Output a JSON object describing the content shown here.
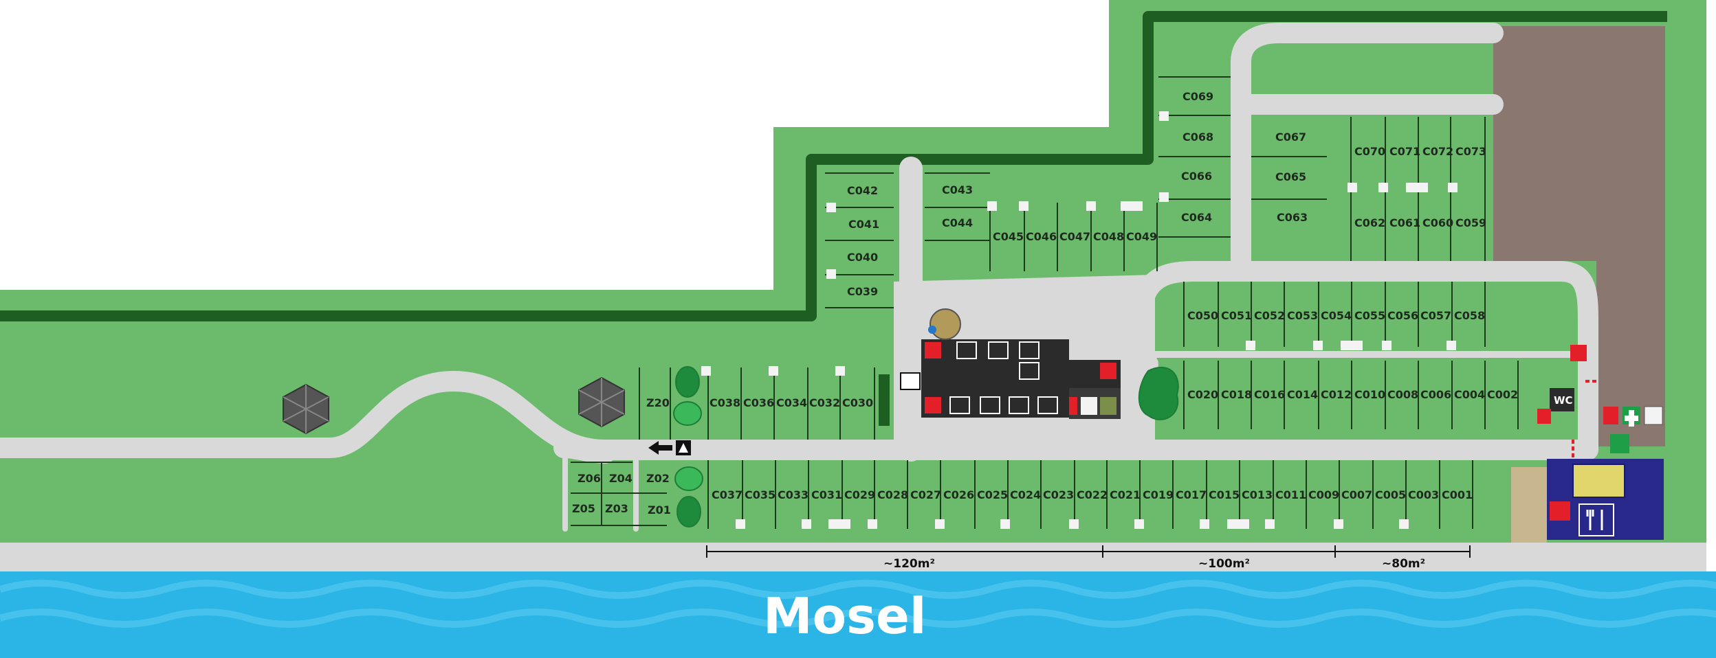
{
  "river": {
    "label": "Mosel"
  },
  "colors": {
    "grass": "#6cbb6d",
    "plot": "#77c279",
    "hedge": "#1f5e22",
    "road": "#d9d9d9",
    "reserved": "#8a7770",
    "water": "#2bb5e6",
    "service": "#2b2b2b",
    "restaurant": "#27288a",
    "sanitary_alert": "#e3202a",
    "first_aid": "#1e9e47"
  },
  "plots": [
    {
      "id": "C069",
      "label": "C069"
    },
    {
      "id": "C068",
      "label": "C068"
    },
    {
      "id": "C067",
      "label": "C067"
    },
    {
      "id": "C066",
      "label": "C066"
    },
    {
      "id": "C065",
      "label": "C065"
    },
    {
      "id": "C064",
      "label": "C064"
    },
    {
      "id": "C063",
      "label": "C063"
    },
    {
      "id": "C070",
      "label": "C070"
    },
    {
      "id": "C071",
      "label": "C071"
    },
    {
      "id": "C072",
      "label": "C072"
    },
    {
      "id": "C073",
      "label": "C073"
    },
    {
      "id": "C062",
      "label": "C062"
    },
    {
      "id": "C061",
      "label": "C061"
    },
    {
      "id": "C060",
      "label": "C060"
    },
    {
      "id": "C059",
      "label": "C059"
    },
    {
      "id": "C042",
      "label": "C042"
    },
    {
      "id": "C041",
      "label": "C041"
    },
    {
      "id": "C040",
      "label": "C040"
    },
    {
      "id": "C039",
      "label": "C039"
    },
    {
      "id": "C043",
      "label": "C043"
    },
    {
      "id": "C044",
      "label": "C044"
    },
    {
      "id": "C045",
      "label": "C045"
    },
    {
      "id": "C046",
      "label": "C046"
    },
    {
      "id": "C047",
      "label": "C047"
    },
    {
      "id": "C048",
      "label": "C048"
    },
    {
      "id": "C049",
      "label": "C049"
    },
    {
      "id": "C050",
      "label": "C050"
    },
    {
      "id": "C051",
      "label": "C051"
    },
    {
      "id": "C052",
      "label": "C052"
    },
    {
      "id": "C053",
      "label": "C053"
    },
    {
      "id": "C054",
      "label": "C054"
    },
    {
      "id": "C055",
      "label": "C055"
    },
    {
      "id": "C056",
      "label": "C056"
    },
    {
      "id": "C057",
      "label": "C057"
    },
    {
      "id": "C058",
      "label": "C058"
    },
    {
      "id": "C020",
      "label": "C020"
    },
    {
      "id": "C018",
      "label": "C018"
    },
    {
      "id": "C016",
      "label": "C016"
    },
    {
      "id": "C014",
      "label": "C014"
    },
    {
      "id": "C012",
      "label": "C012"
    },
    {
      "id": "C010",
      "label": "C010"
    },
    {
      "id": "C008",
      "label": "C008"
    },
    {
      "id": "C006",
      "label": "C006"
    },
    {
      "id": "C004",
      "label": "C004"
    },
    {
      "id": "C002",
      "label": "C002"
    },
    {
      "id": "Z20",
      "label": "Z20"
    },
    {
      "id": "C038",
      "label": "C038"
    },
    {
      "id": "C036",
      "label": "C036"
    },
    {
      "id": "C034",
      "label": "C034"
    },
    {
      "id": "C032",
      "label": "C032"
    },
    {
      "id": "C030",
      "label": "C030"
    },
    {
      "id": "Z06",
      "label": "Z06"
    },
    {
      "id": "Z04",
      "label": "Z04"
    },
    {
      "id": "Z05",
      "label": "Z05"
    },
    {
      "id": "Z03",
      "label": "Z03"
    },
    {
      "id": "Z02",
      "label": "Z02"
    },
    {
      "id": "Z01",
      "label": "Z01"
    },
    {
      "id": "C037",
      "label": "C037"
    },
    {
      "id": "C035",
      "label": "C035"
    },
    {
      "id": "C033",
      "label": "C033"
    },
    {
      "id": "C031",
      "label": "C031"
    },
    {
      "id": "C029",
      "label": "C029"
    },
    {
      "id": "C028",
      "label": "C028"
    },
    {
      "id": "C027",
      "label": "C027"
    },
    {
      "id": "C026",
      "label": "C026"
    },
    {
      "id": "C025",
      "label": "C025"
    },
    {
      "id": "C024",
      "label": "C024"
    },
    {
      "id": "C023",
      "label": "C023"
    },
    {
      "id": "C022",
      "label": "C022"
    },
    {
      "id": "C021",
      "label": "C021"
    },
    {
      "id": "C019",
      "label": "C019"
    },
    {
      "id": "C017",
      "label": "C017"
    },
    {
      "id": "C015",
      "label": "C015"
    },
    {
      "id": "C013",
      "label": "C013"
    },
    {
      "id": "C011",
      "label": "C011"
    },
    {
      "id": "C009",
      "label": "C009"
    },
    {
      "id": "C007",
      "label": "C007"
    },
    {
      "id": "C005",
      "label": "C005"
    },
    {
      "id": "C003",
      "label": "C003"
    },
    {
      "id": "C001",
      "label": "C001"
    }
  ],
  "zones": [
    {
      "label": "~120m²"
    },
    {
      "label": "~100m²"
    },
    {
      "label": "~80m²"
    }
  ],
  "icons": {
    "wc": "WC",
    "first_aid": "first-aid-icon",
    "restaurant": "restaurant-icon",
    "playground": "playground-icon",
    "reception": "reception-icon",
    "fire_extinguisher": "fire-extinguisher-icon",
    "assembly_point": "assembly-point-icon",
    "camping_direction": "tent-arrow-icon"
  }
}
